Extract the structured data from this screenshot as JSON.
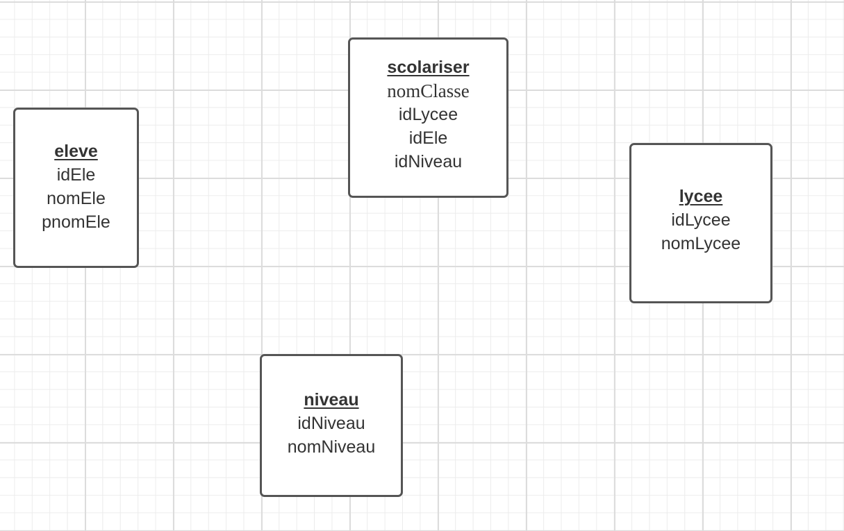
{
  "entities": {
    "eleve": {
      "title": "eleve",
      "attributes": [
        "idEle",
        "nomEle",
        "pnomEle"
      ]
    },
    "scolariser": {
      "title": "scolariser",
      "attributes": [
        "nomClasse",
        "idLycee",
        "idEle",
        "idNiveau"
      ]
    },
    "lycee": {
      "title": "lycee",
      "attributes": [
        "idLycee",
        "nomLycee"
      ]
    },
    "niveau": {
      "title": "niveau",
      "attributes": [
        "idNiveau",
        "nomNiveau"
      ]
    }
  },
  "colors": {
    "background": "#ffffff",
    "grid_minor": "#ececec",
    "grid_major": "#dcdcdc",
    "box_border": "#555555",
    "text": "#333333"
  }
}
